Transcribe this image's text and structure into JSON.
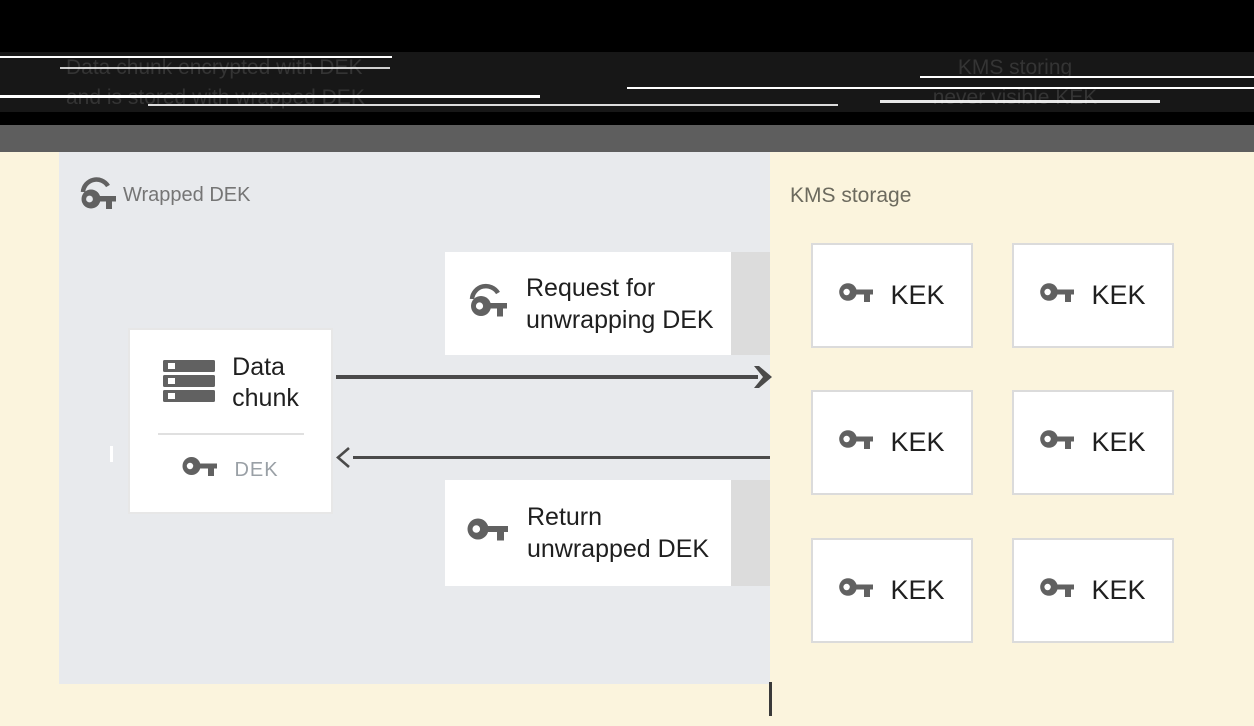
{
  "header": {
    "left_line1": "Data chunk encrypted with DEK",
    "left_line2": "and is stored with wrapped DEK",
    "right_line1": "KMS storing",
    "right_line2": "never visible KEK"
  },
  "panel": {
    "wrapped_dek_label": "Wrapped DEK",
    "data_chunk": {
      "line1": "Data",
      "line2": "chunk",
      "dek_label": "DEK"
    },
    "request_box": {
      "line1": "Request for",
      "line2": "unwrapping DEK"
    },
    "return_box": {
      "line1": "Return",
      "line2": "unwrapped DEK"
    }
  },
  "kms": {
    "label": "KMS storage",
    "keks": [
      "KEK",
      "KEK",
      "KEK",
      "KEK",
      "KEK",
      "KEK"
    ]
  },
  "icons": {
    "wrapped_key": "wrapped-key-icon",
    "solid_key": "key-icon",
    "data_chunk": "storage-stack-icon"
  },
  "colors": {
    "background_cream": "#FBF4DD",
    "panel_gray_blue": "#E8EAED",
    "header_black": "#000000",
    "header_gray_band": "#5E5E5E",
    "box_white": "#FFFFFF",
    "box_border": "#DBDBDB",
    "icon_gray": "#616161",
    "arrow_gray": "#4A4A4A",
    "muted_label_gray": "#757575",
    "dek_text_gray": "#9AA0A6",
    "kms_label_olive": "#6C6A5E",
    "shadow_strip": "#DCDCDC"
  }
}
